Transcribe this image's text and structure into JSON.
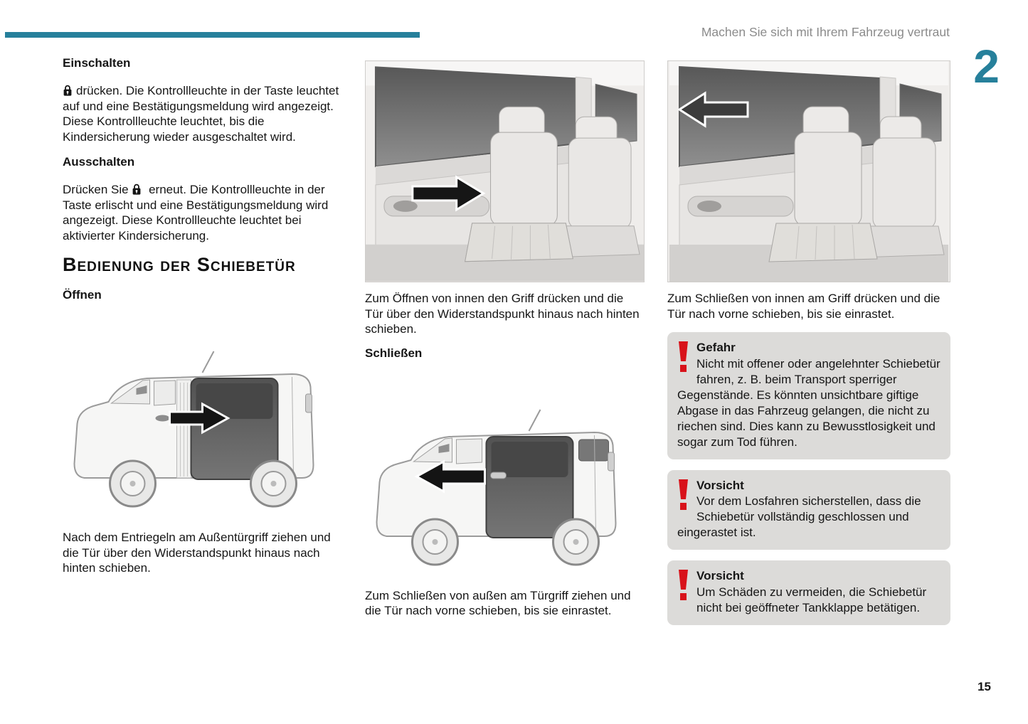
{
  "meta": {
    "accent_color": "#26809b",
    "warning_red": "#d8121a",
    "header": "Machen Sie sich mit Ihrem Fahrzeug vertraut",
    "chapter_number": "2",
    "page_number": "15"
  },
  "left_column": {
    "heading_on": "Einschalten",
    "para_on": "drücken. Die Kontrollleuchte in der Taste leuchtet auf und eine Bestätigungsmeldung wird angezeigt. Diese Kontrollleuchte leuchtet, bis die Kindersicherung wieder ausgeschaltet wird.",
    "heading_off": "Ausschalten",
    "para_off_prefix": "Drücken Sie",
    "para_off_suffix": "erneut. Die Kontrollleuchte in der Taste erlischt und eine Bestätigungsmeldung wird angezeigt. Diese Kontrollleuchte leuchtet bei aktivierter Kindersicherung.",
    "section_title": "Bedienung der Schiebetür",
    "heading_open": "Öffnen",
    "caption_open": "Nach dem Entriegeln am Außentürgriff ziehen und die Tür über den Widerstandspunkt hinaus nach hinten schieben."
  },
  "middle_column": {
    "caption_inside_open": "Zum Öffnen von innen den Griff drücken und die Tür über den Widerstandspunkt hinaus nach hinten schieben.",
    "heading_close": "Schließen",
    "caption_outside_close": "Zum Schließen von außen am Türgriff ziehen und die Tür nach vorne schieben, bis sie einrastet."
  },
  "right_column": {
    "caption_inside_close": "Zum Schließen von innen am Griff drücken und die Tür nach vorne schieben, bis sie einrastet.",
    "warnings": [
      {
        "title": "Gefahr",
        "text": "Nicht mit offener oder angelehnter Schiebetür fahren, z. B. beim Transport sperriger Gegenstände. Es könnten unsichtbare giftige Abgase in das Fahrzeug gelangen, die nicht zu riechen sind. Dies kann zu Bewusstlosigkeit und sogar zum Tod führen."
      },
      {
        "title": "Vorsicht",
        "text": "Vor dem Losfahren sicherstellen, dass die Schiebetür vollständig geschlossen und eingerastet ist."
      },
      {
        "title": "Vorsicht",
        "text": "Um Schäden zu vermeiden, die Schiebetür nicht bei geöffneter Tankklappe betätigen."
      }
    ]
  },
  "icons": {
    "child-lock-icon": "padlock glyph",
    "warning-exclamation-icon": "red exclamation mark",
    "direction-arrow-icon": "black block arrow"
  }
}
